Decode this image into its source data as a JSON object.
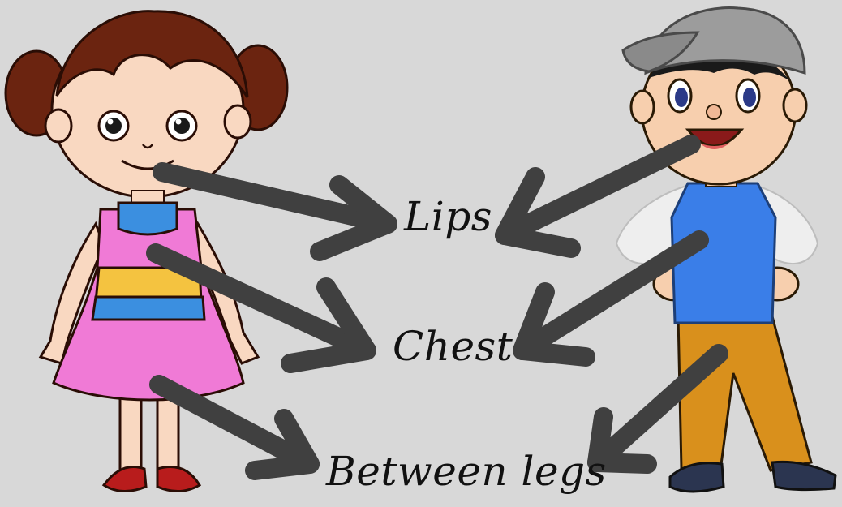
{
  "labels": {
    "lips": "Lips",
    "chest": "Chest",
    "between_legs": "Between legs"
  },
  "colors": {
    "background": "#d8d8d8",
    "arrow": "#404040",
    "girl_hair": "#6b2410",
    "girl_dress": "#f07ad6",
    "girl_collar": "#3b8fe0",
    "girl_belt": "#f4c340",
    "boy_shirt": "#3a7ee8",
    "boy_pants": "#d9901c",
    "boy_cap": "#9c9c9c",
    "skin": "#f7cfae"
  },
  "figures": {
    "left": "girl-figure",
    "right": "boy-figure"
  }
}
